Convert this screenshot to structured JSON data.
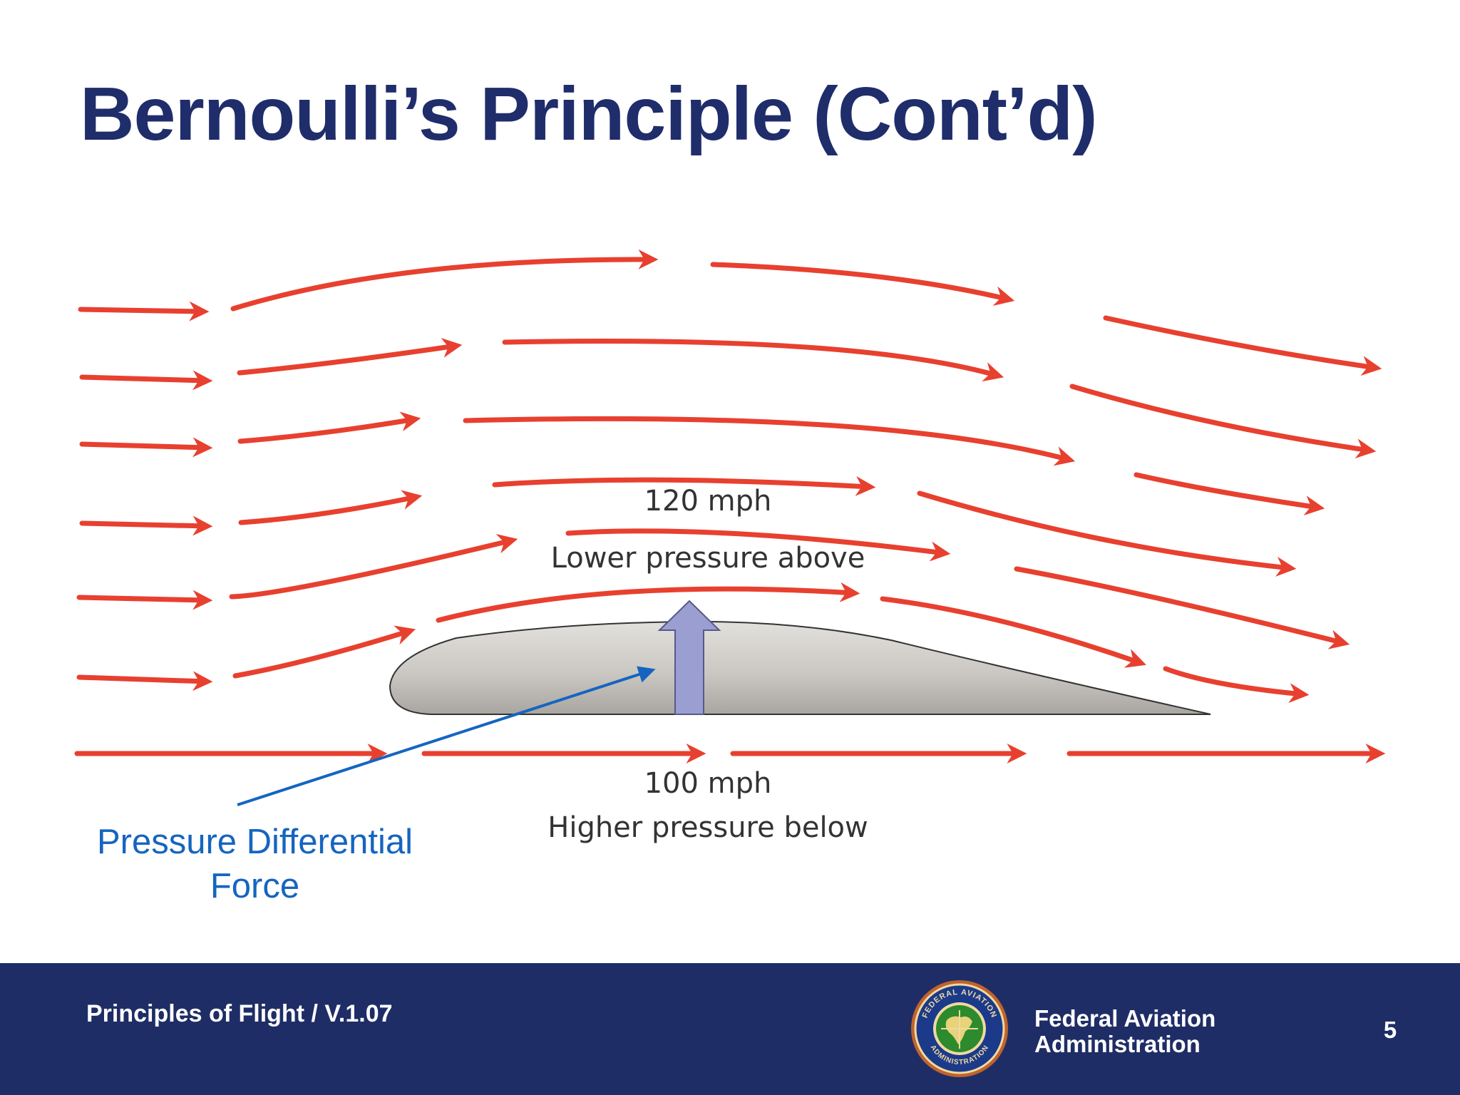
{
  "slide": {
    "title": "Bernoulli’s Principle (Cont’d)"
  },
  "diagram": {
    "upper_speed": "120 mph",
    "upper_pressure": "Lower pressure above",
    "lower_speed": "100 mph",
    "lower_pressure": "Higher pressure below",
    "callout_line1": "Pressure Differential",
    "callout_line2": "Force",
    "colors": {
      "airflow": "#e8402f",
      "lift_arrow": "#9b9ed1",
      "callout": "#1565c0",
      "airfoil": "#c9c6c1"
    }
  },
  "footer": {
    "course": "Principles of Flight / V.1.07",
    "agency_line1": "Federal Aviation",
    "agency_line2": "Administration",
    "seal_top_text": "FEDERAL AVIATION",
    "seal_bottom_text": "ADMINISTRATION",
    "page_number": "5",
    "background": "#1f2d66"
  }
}
